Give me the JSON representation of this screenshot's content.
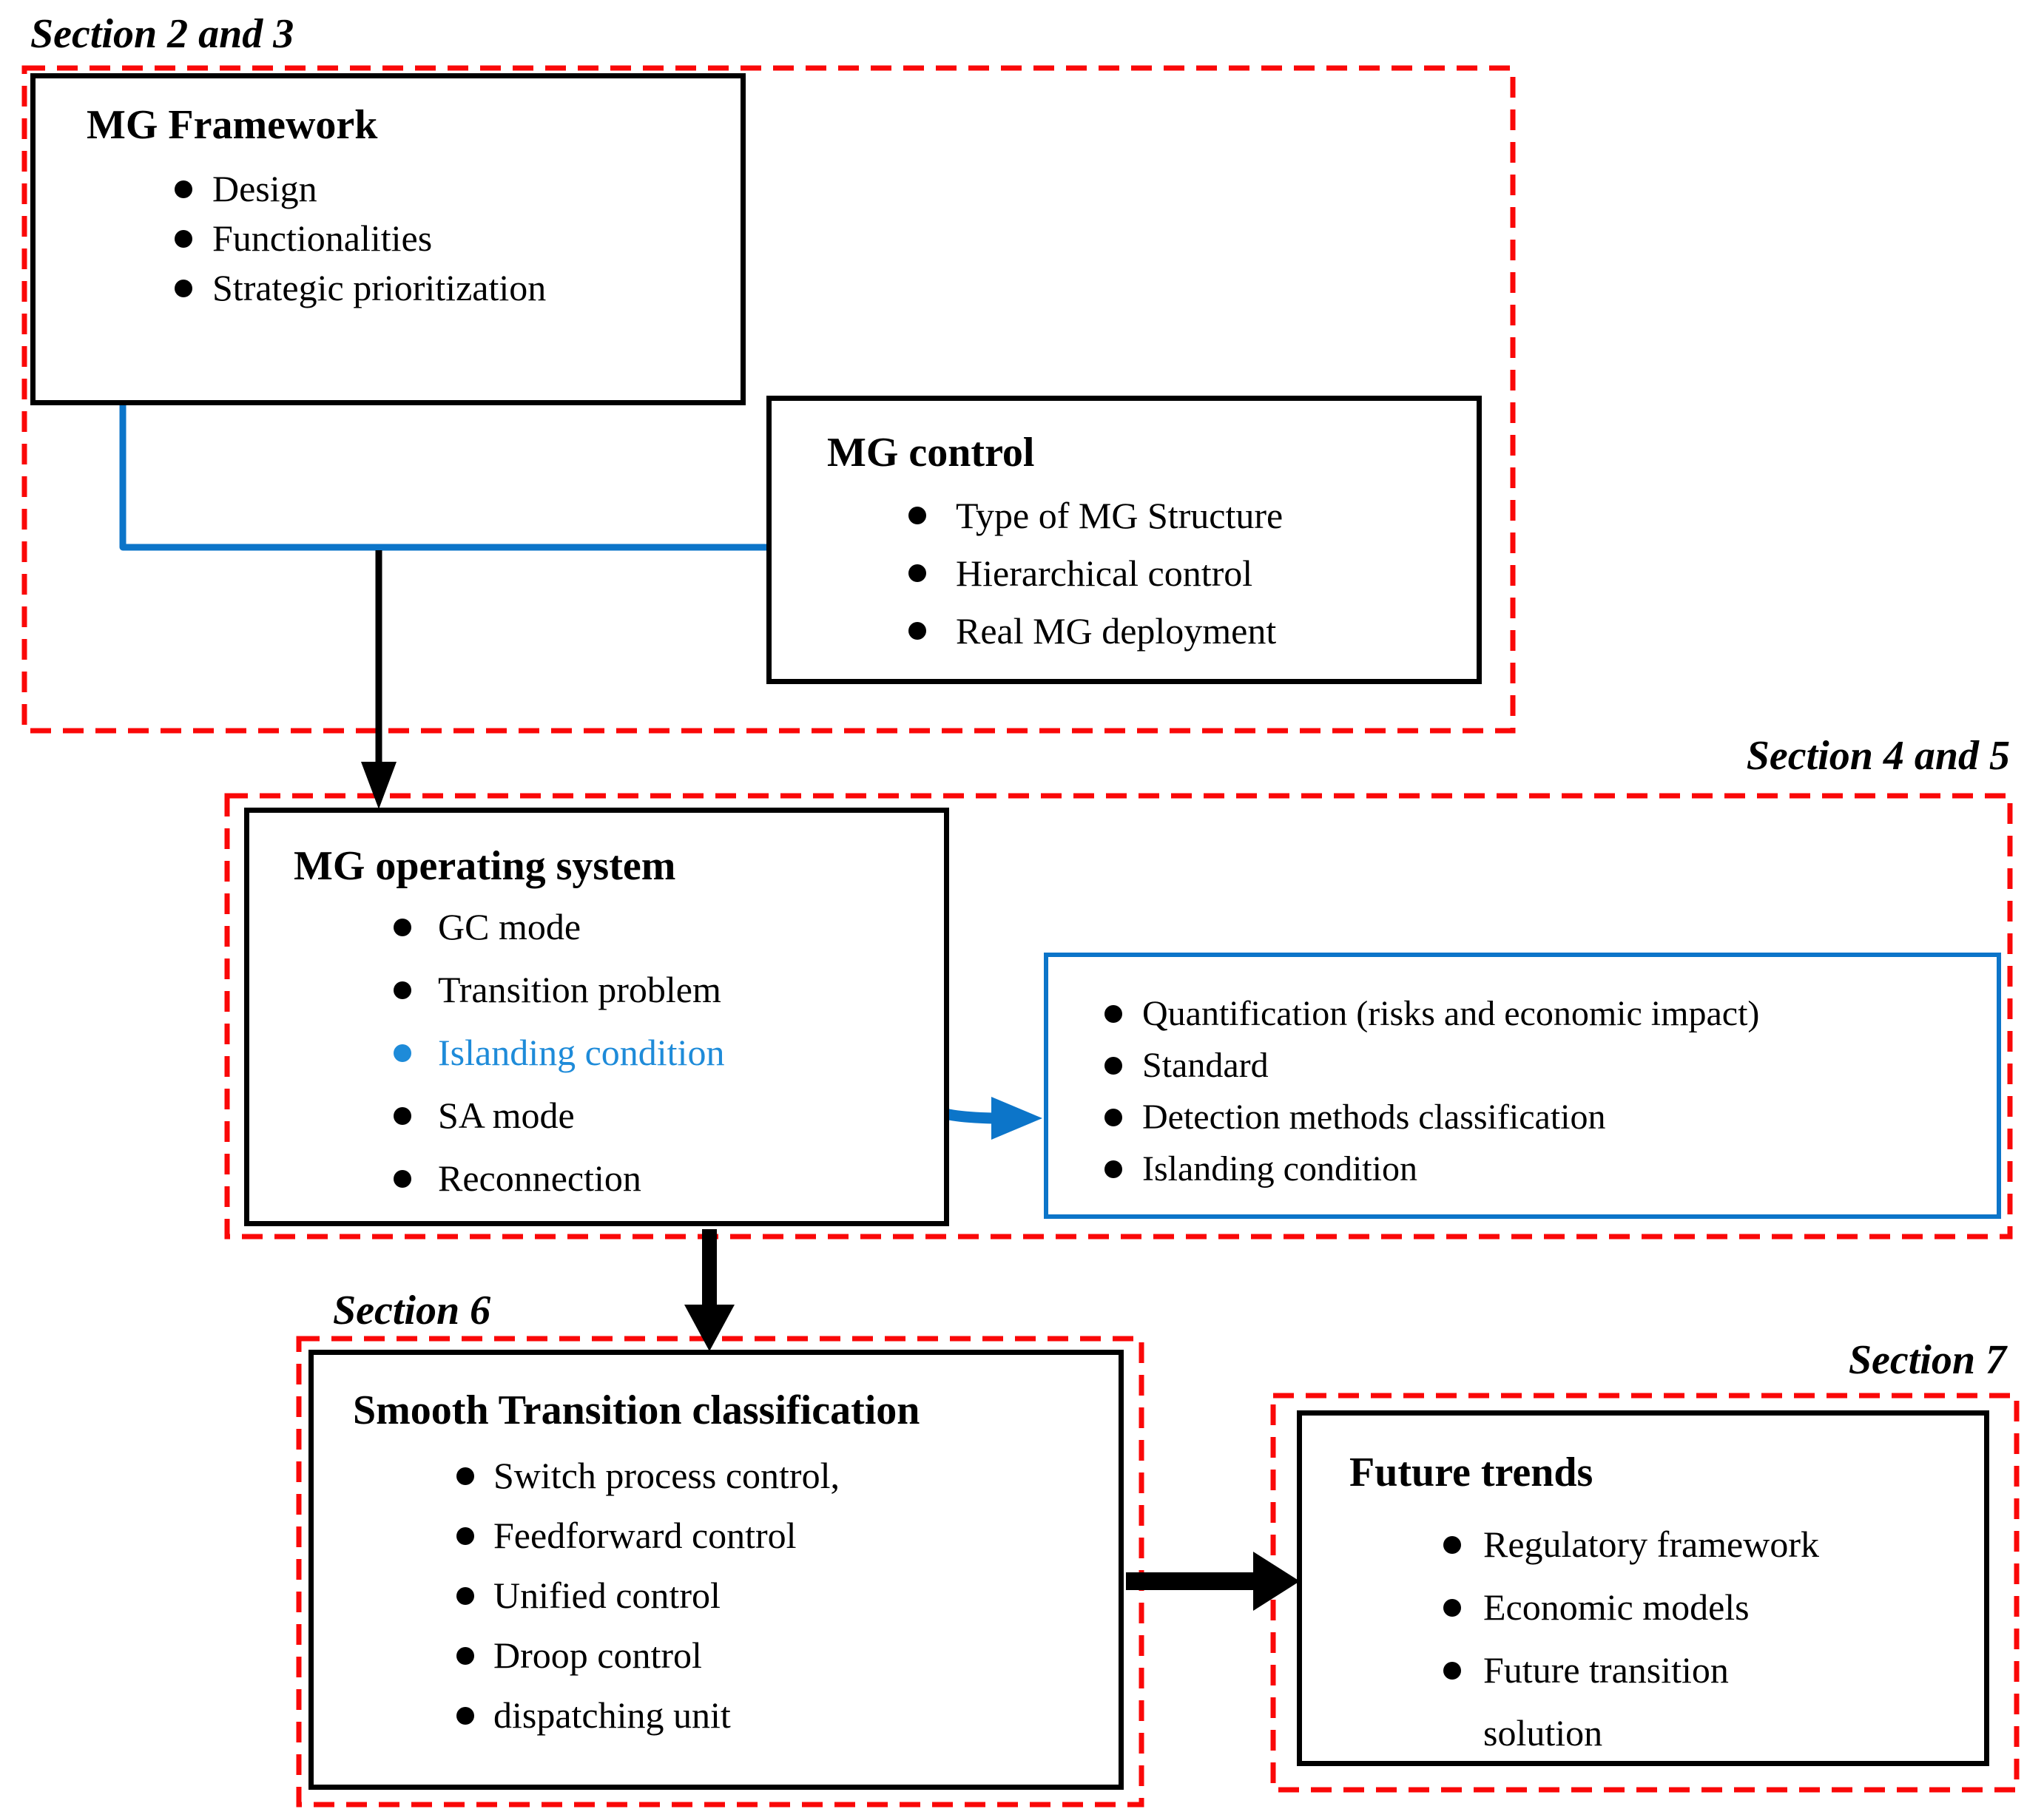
{
  "colors": {
    "accent_blue": "#0C75C9",
    "highlight_blue": "#1E8BD9",
    "dashed_red": "#FA0808",
    "text_black": "#000000"
  },
  "section_labels": {
    "s23": "Section 2 and 3",
    "s45": "Section 4 and 5",
    "s6": "Section 6",
    "s7": "Section 7"
  },
  "mg_framework": {
    "title": "MG Framework",
    "items": [
      "Design",
      "Functionalities",
      "Strategic prioritization"
    ]
  },
  "mg_control": {
    "title": "MG control",
    "items": [
      "Type of MG Structure",
      "Hierarchical control",
      "Real MG deployment"
    ]
  },
  "mg_operating": {
    "title": "MG operating system",
    "items": [
      "GC mode",
      "Transition problem",
      "Islanding condition",
      "SA mode",
      "Reconnection"
    ],
    "highlighted_item": "Islanding condition"
  },
  "islanding_details": {
    "items": [
      "Quantification (risks and economic impact)",
      "Standard",
      "Detection methods classification",
      "Islanding condition"
    ]
  },
  "smooth_transition": {
    "title": "Smooth Transition classification",
    "items": [
      "Switch process control,",
      "Feedforward control",
      "Unified control",
      "Droop control",
      "dispatching unit"
    ]
  },
  "future_trends": {
    "title": "Future trends",
    "items": [
      "Regulatory framework",
      "Economic models",
      "Future transition solution"
    ]
  }
}
